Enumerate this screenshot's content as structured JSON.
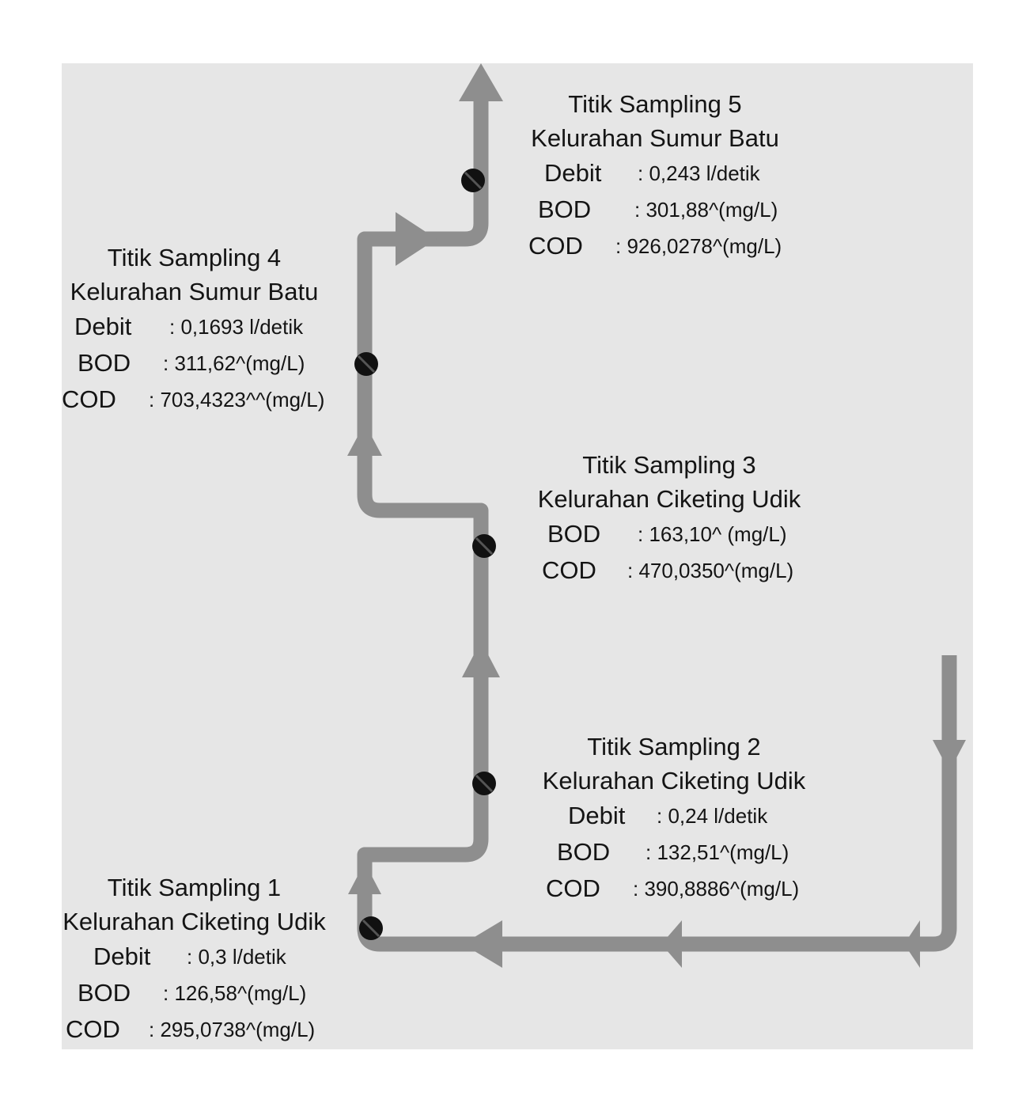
{
  "colors": {
    "river": "#8e8e8e",
    "marker": "#111111",
    "background": "#e6e6e6",
    "text": "#141414"
  },
  "icons": {
    "sampling_point": "sampling-point-icon",
    "flow": "flow-direction-arrow-icon"
  },
  "sampling_points": [
    {
      "title": "Titik Sampling 1",
      "location": "Kelurahan Ciketing Udik",
      "debit_label": "Debit",
      "debit_value": ": 0,3 l/detik",
      "bod_label": "BOD",
      "bod_value": ": 126,58^(mg/L)",
      "cod_label": "COD",
      "cod_value": ": 295,0738^(mg/L)"
    },
    {
      "title": "Titik Sampling 2",
      "location": "Kelurahan Ciketing Udik",
      "debit_label": "Debit",
      "debit_value": ": 0,24 l/detik",
      "bod_label": "BOD",
      "bod_value": ": 132,51^(mg/L)",
      "cod_label": "COD",
      "cod_value": ": 390,8886^(mg/L)"
    },
    {
      "title": "Titik Sampling 3",
      "location": "Kelurahan Ciketing Udik",
      "bod_label": "BOD",
      "bod_value": ": 163,10^ (mg/L)",
      "cod_label": "COD",
      "cod_value": ": 470,0350^(mg/L)"
    },
    {
      "title": "Titik Sampling 4",
      "location": "Kelurahan Sumur Batu",
      "debit_label": "Debit",
      "debit_value": ": 0,1693 l/detik",
      "bod_label": "BOD",
      "bod_value": ": 311,62^(mg/L)",
      "cod_label": "COD",
      "cod_value": ": 703,4323^^(mg/L)"
    },
    {
      "title": "Titik Sampling 5",
      "location": "Kelurahan Sumur Batu",
      "debit_label": "Debit",
      "debit_value": ": 0,243 l/detik",
      "bod_label": "BOD",
      "bod_value": ": 301,88^(mg/L)",
      "cod_label": "COD",
      "cod_value": ": 926,0278^(mg/L)"
    }
  ]
}
